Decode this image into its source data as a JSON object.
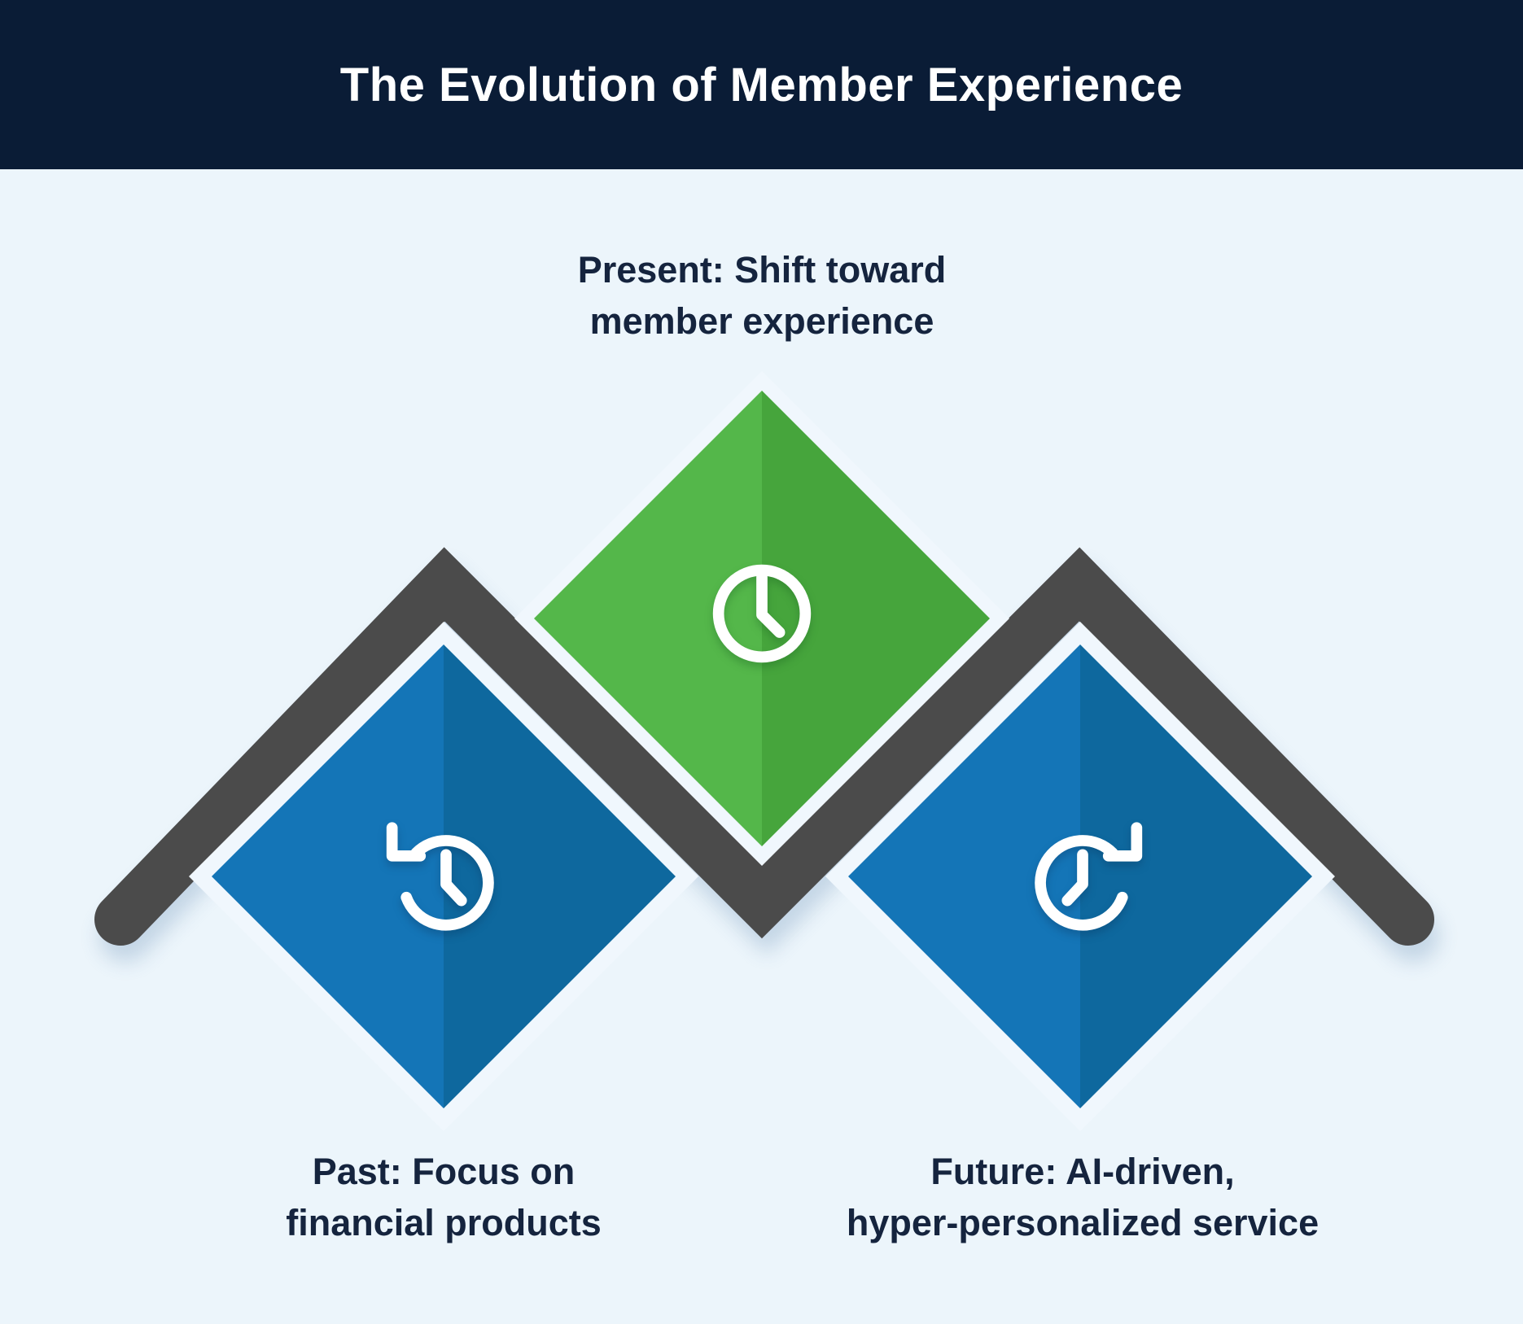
{
  "header": {
    "title": "The Evolution of Member Experience",
    "background_color": "#0a1c36",
    "text_color": "#ffffff"
  },
  "page": {
    "background_color": "#ecf5fb",
    "caption_text_color": "#15243e"
  },
  "timeline_band": {
    "name": "zigzag-timeline-band",
    "color": "#4b4b4b"
  },
  "stages": [
    {
      "id": "past",
      "caption_line1": "Past: Focus on",
      "caption_line2": "financial products",
      "icon": "history-clock-icon",
      "diamond_color_light": "#1475b7",
      "diamond_color_dark": "#0e689e"
    },
    {
      "id": "present",
      "caption_line1": "Present: Shift toward",
      "caption_line2": "member experience",
      "icon": "clock-icon",
      "diamond_color_light": "#54b74a",
      "diamond_color_dark": "#46a53c"
    },
    {
      "id": "future",
      "caption_line1": "Future: AI-driven,",
      "caption_line2": "hyper-personalized service",
      "icon": "future-clock-icon",
      "diamond_color_light": "#1475b7",
      "diamond_color_dark": "#0e689e"
    }
  ]
}
